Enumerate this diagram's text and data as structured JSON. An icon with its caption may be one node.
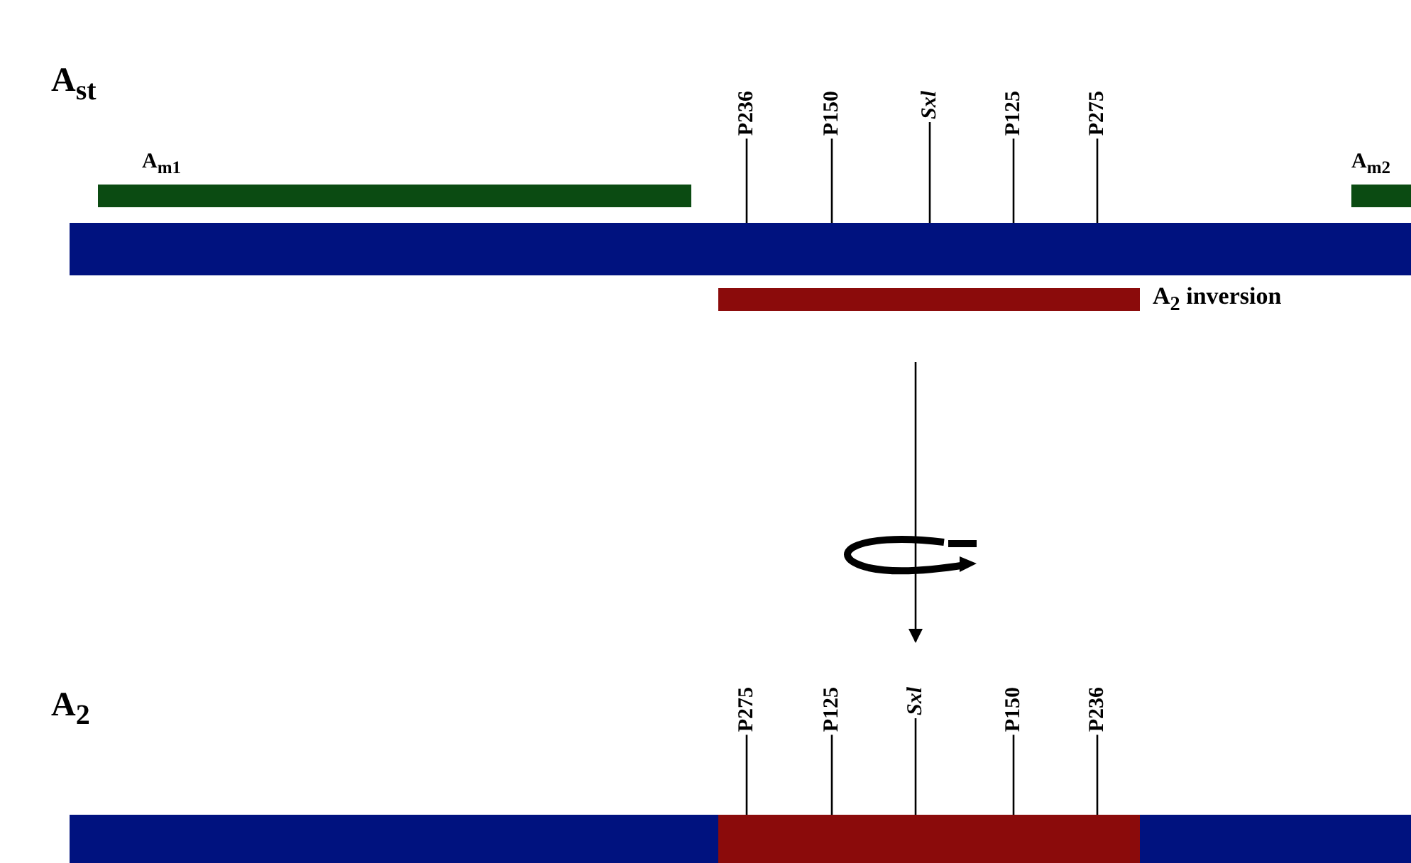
{
  "diagram": {
    "nodes": [
      {
        "text": [],
        "shape": "bar"
      },
      {
        "text": [
          "A$_{m1}$"
        ]
      },
      {
        "text": [
          "A$_{m2}$"
        ]
      },
      {
        "text": [
          "A$_{2}$ inversion"
        ]
      },
      {
        "text": [
          "P236"
        ]
      },
      {
        "text": [
          "P150"
        ]
      },
      {
        "text": [
          "Sxl"
        ]
      },
      {
        "text": [
          "P125"
        ]
      },
      {
        "text": [
          "P275"
        ]
      },
      {
        "text": [],
        "shape": "bar"
      },
      {
        "text": [],
        "shape": "bar",
        "in": 9
      },
      {
        "text": [
          "P275"
        ]
      },
      {
        "text": [
          "P125"
        ]
      },
      {
        "text": [
          "Sxl"
        ]
      },
      {
        "text": [
          "P150"
        ]
      },
      {
        "text": [
          "P236"
        ]
      }
    ],
    "edges": [
      {
        "from": 4,
        "to": 0,
        "arrow": "none"
      },
      {
        "from": 5,
        "to": 0,
        "arrow": "none"
      },
      {
        "from": 6,
        "to": 0,
        "arrow": "none"
      },
      {
        "from": 7,
        "to": 0,
        "arrow": "none"
      },
      {
        "from": 8,
        "to": 0,
        "arrow": "none"
      },
      {
        "from": 3,
        "to": 13,
        "arrow": "to"
      },
      {
        "from": 11,
        "to": 10,
        "arrow": "none"
      },
      {
        "from": 12,
        "to": 10,
        "arrow": "none"
      },
      {
        "from": 13,
        "to": 10,
        "arrow": "none"
      },
      {
        "from": 14,
        "to": 10,
        "arrow": "none"
      },
      {
        "from": 15,
        "to": 10,
        "arrow": "none"
      }
    ],
    "labels": [
      "A$_{st}$",
      "A$_{2}$"
    ]
  }
}
